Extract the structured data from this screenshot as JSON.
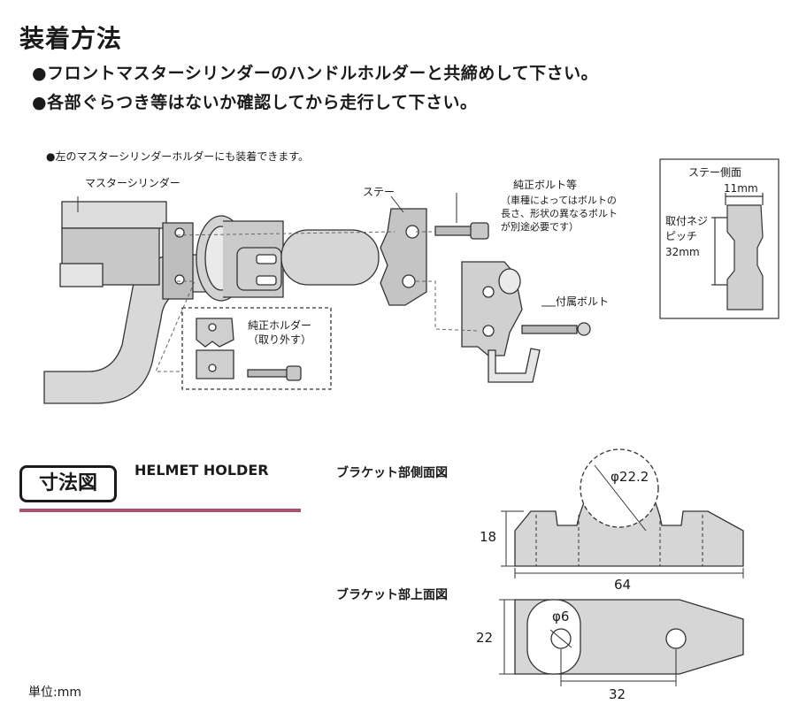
{
  "heading": {
    "title": "装着方法",
    "bullet_1": "●フロントマスターシリンダーのハンドルホルダーと共締めして下さい。",
    "bullet_2": "●各部ぐらつき等はないか確認してから走行して下さい。"
  },
  "install_diagram": {
    "note": "●左のマスターシリンダーホルダーにも装着できます。",
    "master_cylinder": "マスターシリンダー",
    "stay": "ステー",
    "oem_bolt_label": "純正ボルト等",
    "oem_bolt_note_1": "（車種によってはボルトの",
    "oem_bolt_note_2": "長さ、形状の異なるボルト",
    "oem_bolt_note_3": "が別途必要です）",
    "included_bolt": "付属ボルト",
    "oem_holder_1": "純正ホルダー",
    "oem_holder_2": "（取り外す）"
  },
  "stay_side_panel": {
    "title": "ステー側面",
    "width": "11mm",
    "pitch_label_1": "取付ネジ",
    "pitch_label_2": "ピッチ",
    "pitch_value": "32mm"
  },
  "dimensions": {
    "section_badge": "寸法図",
    "product_name": "HELMET HOLDER",
    "side_view_title": "ブラケット部側面図",
    "top_view_title": "ブラケット部上面図",
    "side_diameter": "φ22.2",
    "side_height": "18",
    "side_width": "64",
    "top_hole": "φ6",
    "top_height": "22",
    "top_pitch": "32",
    "unit": "単位:mm"
  }
}
